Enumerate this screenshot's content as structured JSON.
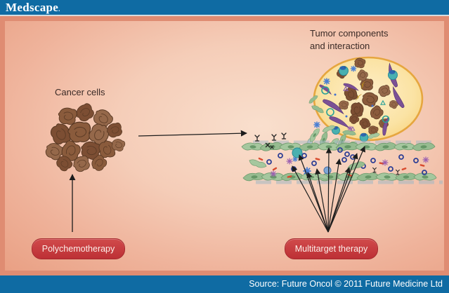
{
  "header": {
    "brand": "Medscape",
    "mark": "."
  },
  "labels": {
    "tumor_components_line1": "Tumor components",
    "tumor_components_line2": "and interaction",
    "cancer_cells": "Cancer cells"
  },
  "buttons": {
    "polychemotherapy": "Polychemotherapy",
    "multitarget_therapy": "Multitarget therapy"
  },
  "footer": {
    "source": "Source: Future Oncol © 2011 Future Medicine Ltd"
  },
  "colors": {
    "header_bar": "#0f6ba3",
    "footer_bar": "#0f6ba3",
    "panel_frame": "#e08a70",
    "button_red": "#c9383c",
    "tumor_cell_brown": "#8a5b3c",
    "endothelial_green": "#a5c79e",
    "tumor_ellipse_fill": "#fbe3a4",
    "tumor_ellipse_border": "#e6a63f",
    "arrow_black": "#1c1c1c"
  },
  "icons": {
    "tumor_cell": "brown-blob",
    "fibroblast": "purple-spindle",
    "immune_cell": "teal-circle",
    "endothelial_cell": "green-leaf",
    "receptor_ring": "navy-open-circle",
    "red_blood_cell": "red-dash",
    "inhibitor": "black-y-glyph",
    "signal": "asterisk-star"
  }
}
